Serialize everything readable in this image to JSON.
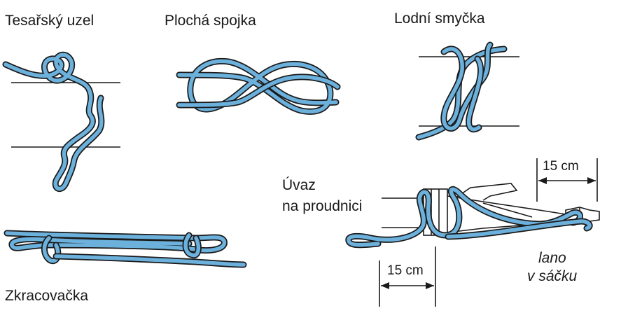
{
  "knots": {
    "carpenter": {
      "title": "Tesařský uzel"
    },
    "flat": {
      "title": "Plochá spojka"
    },
    "clove": {
      "title": "Lodní smyčka"
    },
    "shortening": {
      "title": "Zkracovačka"
    },
    "nozzle": {
      "title_line1": "Úvaz",
      "title_line2": "na proudnici",
      "dim_top": "15 cm",
      "dim_bottom": "15 cm",
      "note_line1": "lano",
      "note_line2": "v sáčku"
    }
  },
  "colors": {
    "rope": "#6cb0dc",
    "outline": "#1a1a1a",
    "background": "#ffffff"
  }
}
